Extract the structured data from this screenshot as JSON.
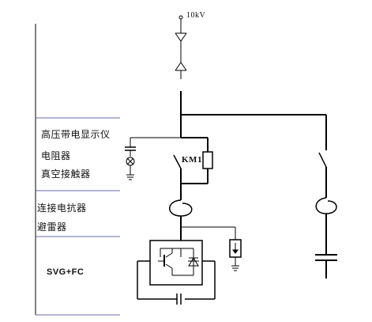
{
  "supply": {
    "voltage": "10kV"
  },
  "legend": {
    "hv_indicator": "高压带电显示仪",
    "resistor": "电阻器",
    "vacuum_contactor": "真空接触器",
    "reactor": "连接电抗器",
    "arrester": "避雷器",
    "svg_fc": "SVG+FC"
  },
  "contactor": {
    "label": "KM1"
  }
}
